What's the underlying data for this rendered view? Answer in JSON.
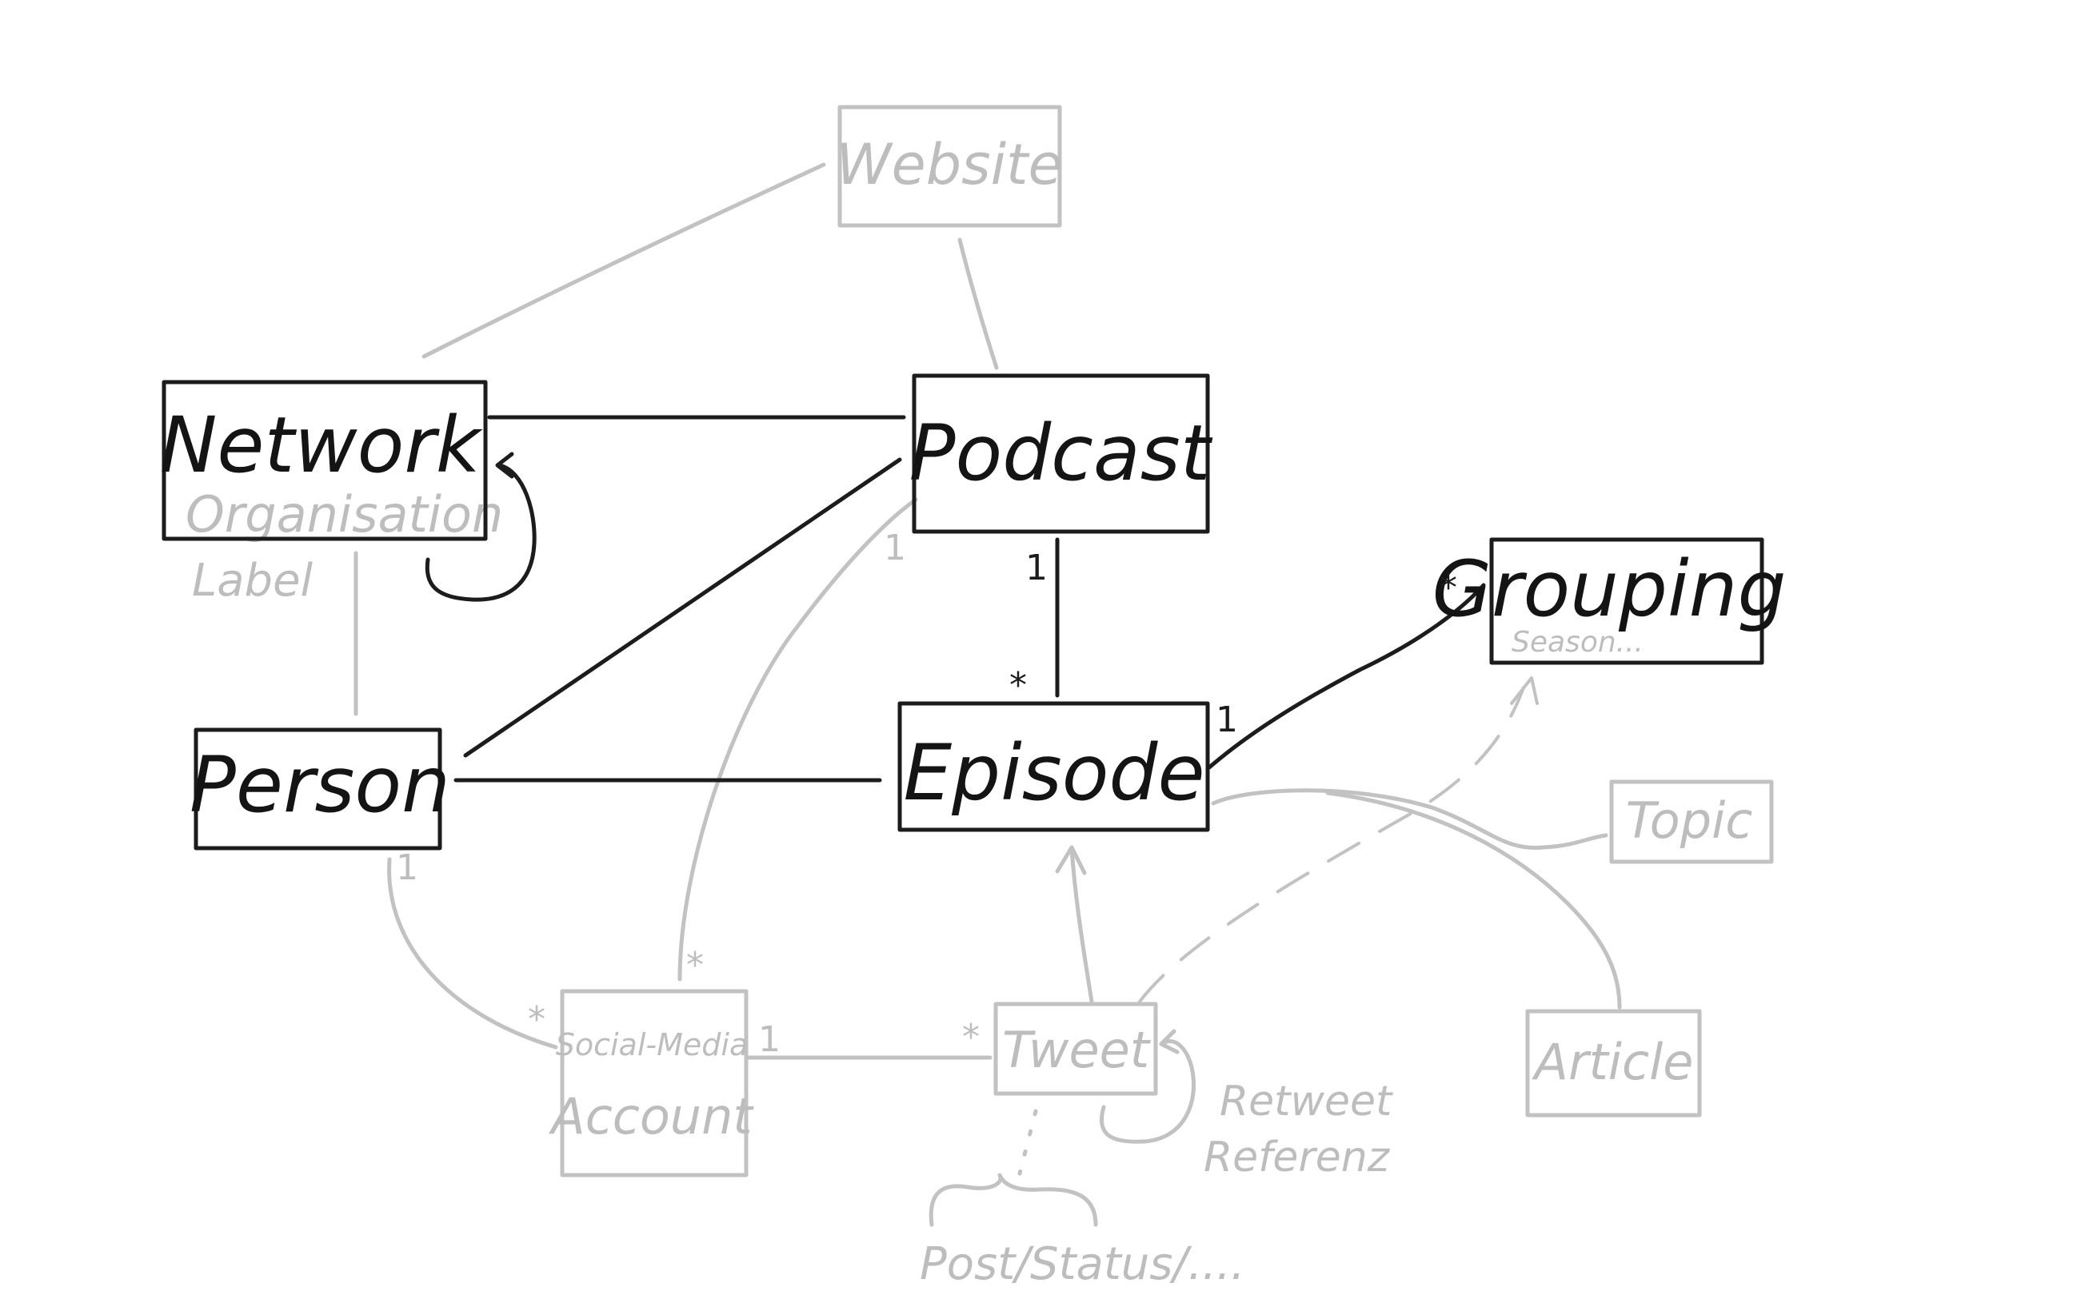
{
  "entities": {
    "website": "Website",
    "network": "Network",
    "network_alt_1": "Organisation",
    "network_alt_2": "Label",
    "podcast": "Podcast",
    "grouping": "Grouping",
    "grouping_note": "Season...",
    "person": "Person",
    "episode": "Episode",
    "topic": "Topic",
    "social_line1": "Social-Media",
    "social_line2": "Account",
    "tweet": "Tweet",
    "article": "Article"
  },
  "annotations": {
    "retweet_line1": "Retweet",
    "retweet_line2": "Referenz",
    "post_status": "Post/Status/...."
  },
  "multiplicities": {
    "podcast_episode_one": "1",
    "podcast_episode_many": "*",
    "grouping_many": "*",
    "episode_grouping_one": "1",
    "person_social_one": "1",
    "social_many_left": "*",
    "social_many_top": "*",
    "social_tweet_one": "1",
    "tweet_many": "*",
    "podcast_social_one": "1"
  },
  "colors": {
    "primary_ink": "#1c1c1c",
    "secondary_ink": "#c2c2c2"
  }
}
